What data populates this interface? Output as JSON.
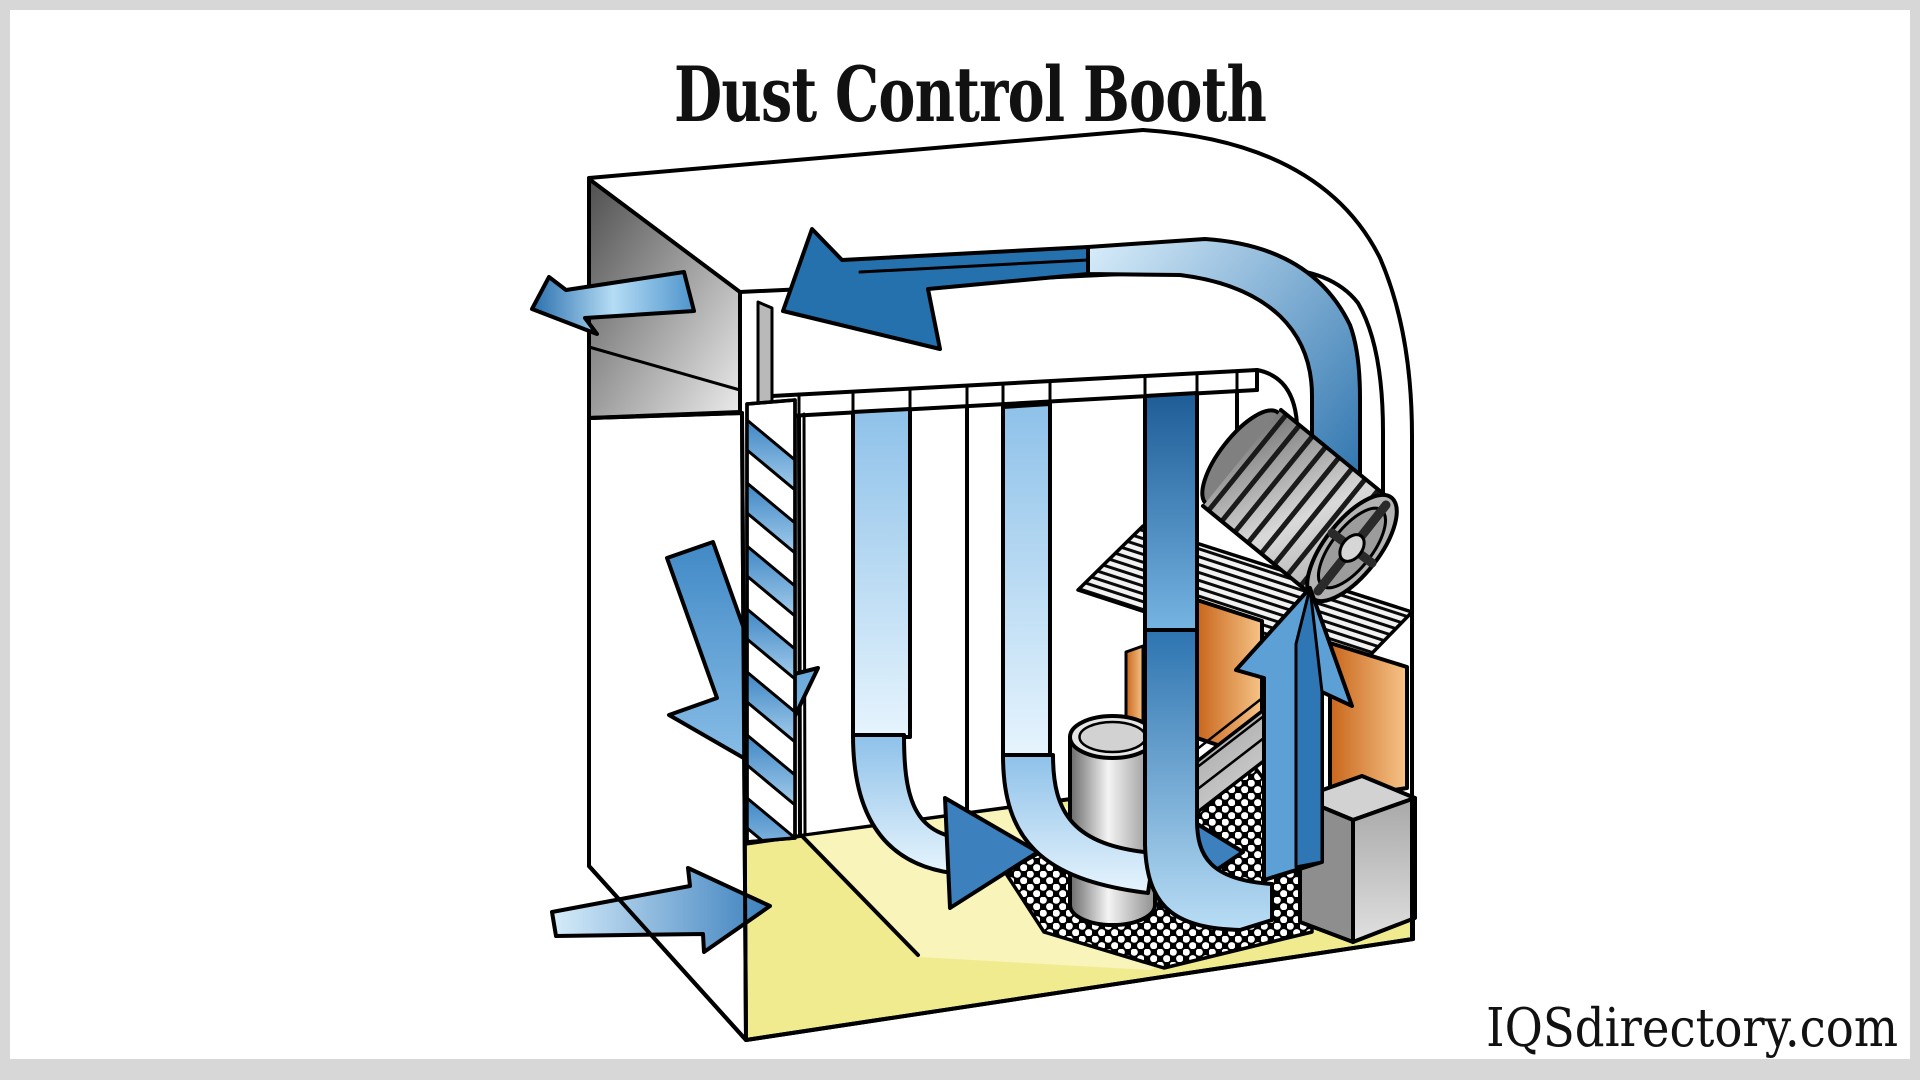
{
  "title": {
    "text": "Dust Control Booth"
  },
  "watermark": {
    "text": "IQSdirectory.com"
  },
  "diagram": {
    "type": "cutaway-technical-illustration",
    "subject": "dust control booth airflow diagram",
    "components": [
      "exhaust-outlet-arrow",
      "top-return-duct-arrow",
      "roof-plenum",
      "inlet-louver-filter",
      "down-flow-arrow",
      "air-curtains",
      "floor-inlet-arrow",
      "work-floor",
      "collection-drum",
      "perforated-hopper",
      "cartridge-filters",
      "filter-grating",
      "blower-fan",
      "up-flow-arrow",
      "dust-bin"
    ],
    "colors": {
      "frame_gray": "#d7d7d7",
      "outline": "#000000",
      "airflow_dark": "#2471ae",
      "airflow_mid": "#3c80bd",
      "airflow_light": "#aed7f1",
      "floor_yellow": "#f1eb90",
      "floor_yellow_light": "#f8f4ba",
      "filter_orange": "#e08b3c",
      "metal_gray": "#9a9a9a"
    }
  }
}
